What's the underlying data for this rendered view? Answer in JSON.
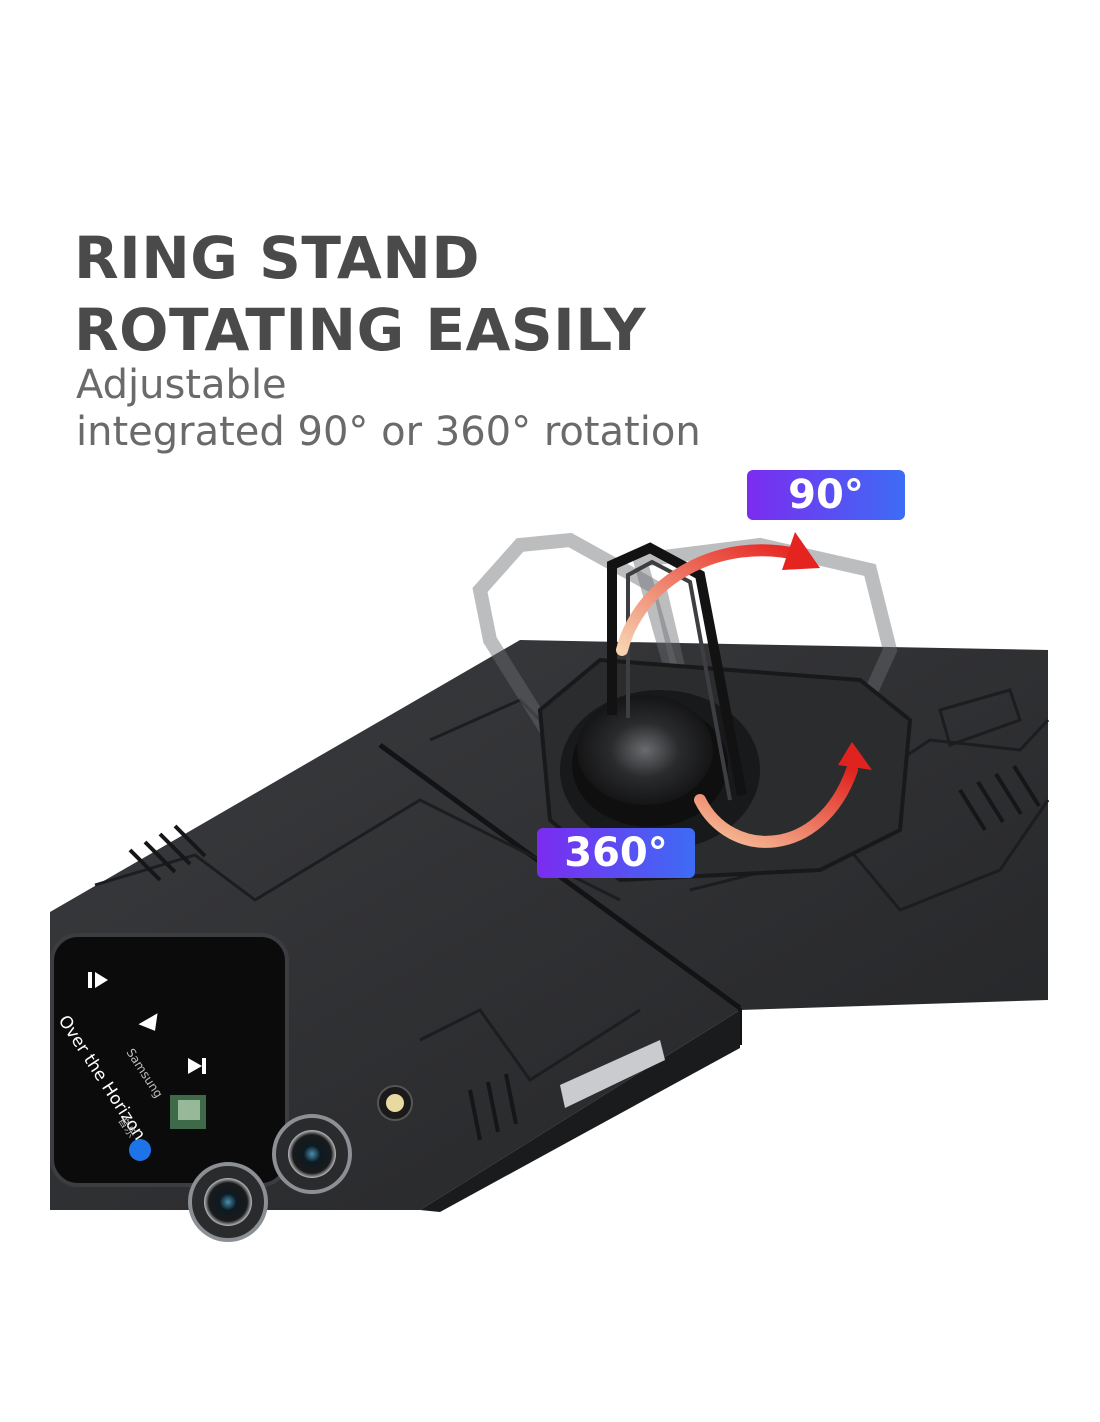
{
  "headline": {
    "line1": "RING STAND",
    "line2": "ROTATING EASILY"
  },
  "subtitle": {
    "line1": "Adjustable",
    "line2": "integrated 90° or 360° rotation"
  },
  "badges": {
    "rotate_90": "90°",
    "rotate_360": "360°"
  },
  "screen": {
    "song_title": "Over the Horizon",
    "artist": "Samsung",
    "extra_label": "音乐"
  },
  "colors": {
    "headline": "#4a4a4a",
    "subtitle": "#6a6a6a",
    "badge_start": "#7b2cf0",
    "badge_end": "#3d6cf5",
    "arrow_start": "#e52420",
    "arrow_end": "#f7c7a0",
    "case": "#2f3032"
  }
}
